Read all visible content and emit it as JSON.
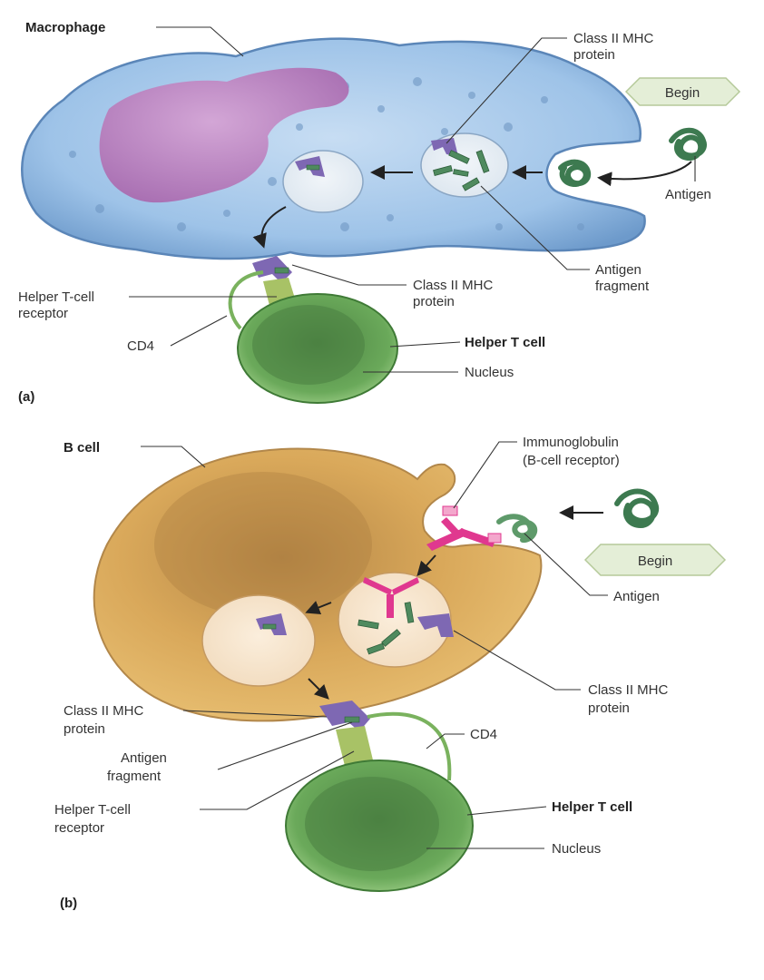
{
  "panel_a": {
    "panel_label": "(a)",
    "macrophage": "Macrophage",
    "class2_top_1": "Class II MHC",
    "class2_top_2": "protein",
    "begin": "Begin",
    "antigen": "Antigen",
    "antigen_fragment_1": "Antigen",
    "antigen_fragment_2": "fragment",
    "class2_mid_1": "Class II MHC",
    "class2_mid_2": "protein",
    "receptor_1": "Helper T-cell",
    "receptor_2": "receptor",
    "cd4": "CD4",
    "helper_t_cell": "Helper T cell",
    "nucleus": "Nucleus"
  },
  "panel_b": {
    "panel_label": "(b)",
    "b_cell": "B cell",
    "immunoglobulin_1": "Immunoglobulin",
    "immunoglobulin_2": "(B-cell receptor)",
    "begin": "Begin",
    "antigen": "Antigen",
    "class2_right_1": "Class II MHC",
    "class2_right_2": "protein",
    "class2_left_1": "Class II MHC",
    "class2_left_2": "protein",
    "antigen_fragment_1": "Antigen",
    "antigen_fragment_2": "fragment",
    "receptor_1": "Helper T-cell",
    "receptor_2": "receptor",
    "cd4": "CD4",
    "helper_t_cell": "Helper T cell",
    "nucleus": "Nucleus"
  },
  "colors": {
    "macrophage_fill": "#9ec3e8",
    "macrophage_nucleus": "#b87fc0",
    "b_cell_fill": "#d9a85a",
    "t_cell_fill": "#5e9c50",
    "mhc_purple": "#7e68b3",
    "antigen_green": "#3d7a50",
    "immunoglobulin_pink": "#e0388f",
    "vesicle_fill": "#e8eef4",
    "begin_fill": "#e4eed7"
  }
}
